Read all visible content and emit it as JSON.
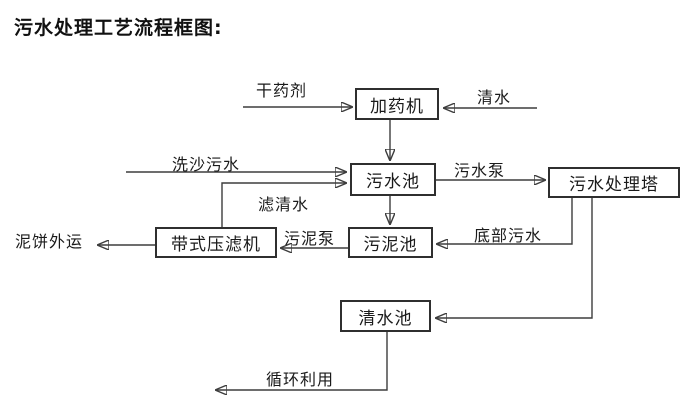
{
  "title": "污水处理工艺流程框图:",
  "diagram": {
    "type": "flowchart",
    "nodes": [
      {
        "id": "dosing-machine",
        "label": "加药机"
      },
      {
        "id": "sewage-pool",
        "label": "污水池"
      },
      {
        "id": "treatment-tower",
        "label": "污水处理塔"
      },
      {
        "id": "sludge-pool",
        "label": "污泥池"
      },
      {
        "id": "belt-filter-press",
        "label": "带式压滤机"
      },
      {
        "id": "clean-water-pool",
        "label": "清水池"
      }
    ],
    "flow_labels": [
      {
        "id": "dry-chemical",
        "text": "干药剂"
      },
      {
        "id": "clean-water",
        "text": "清水"
      },
      {
        "id": "sand-washing-sewage",
        "text": "洗沙污水"
      },
      {
        "id": "sewage-pump",
        "text": "污水泵"
      },
      {
        "id": "filtered-water",
        "text": "滤清水"
      },
      {
        "id": "bottom-sewage",
        "text": "底部污水"
      },
      {
        "id": "sludge-pump",
        "text": "污泥泵"
      },
      {
        "id": "mud-cake-outbound",
        "text": "泥饼外运"
      },
      {
        "id": "recycle-use",
        "text": "循环利用"
      }
    ],
    "edges": [
      {
        "from": "干药剂",
        "to": "加药机"
      },
      {
        "from": "清水",
        "to": "加药机"
      },
      {
        "from": "加药机",
        "to": "污水池"
      },
      {
        "from": "洗沙污水",
        "to": "污水池"
      },
      {
        "from": "带式压滤机",
        "to": "污水池",
        "label": "滤清水"
      },
      {
        "from": "污水池",
        "to": "污水处理塔",
        "label": "污水泵"
      },
      {
        "from": "污水池",
        "to": "污泥池"
      },
      {
        "from": "污水处理塔",
        "to": "污泥池",
        "label": "底部污水"
      },
      {
        "from": "污泥池",
        "to": "带式压滤机",
        "label": "污泥泵"
      },
      {
        "from": "带式压滤机",
        "to": "泥饼外运"
      },
      {
        "from": "污水处理塔",
        "to": "清水池"
      },
      {
        "from": "清水池",
        "to": "循环利用"
      }
    ],
    "colors": {
      "line": "#3d3d3d",
      "box_border": "#2f2f2f",
      "text": "#1a1a1a",
      "background": "#ffffff"
    }
  }
}
